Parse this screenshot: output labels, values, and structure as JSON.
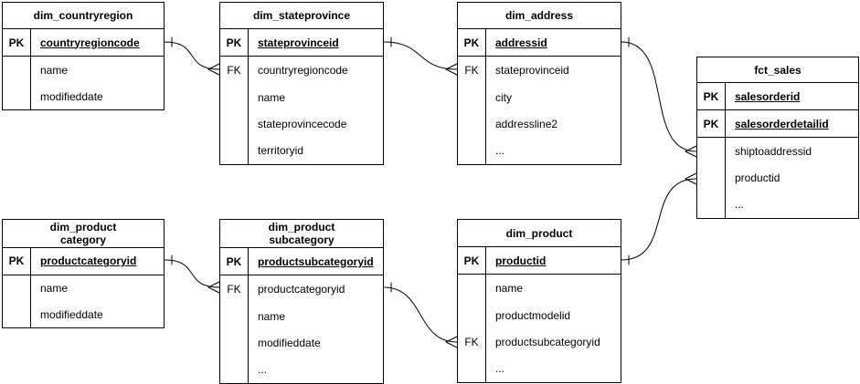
{
  "diagram": {
    "background_color": "#ffffff",
    "stroke_color": "#000000",
    "text_color": "#000000",
    "tables": [
      {
        "id": "dim_countryregion",
        "title_lines": [
          "dim_countryregion"
        ],
        "rows": [
          {
            "key": "PK",
            "name": "countryregioncode",
            "pk": true
          },
          {
            "key": "",
            "name": "name",
            "pk": false
          },
          {
            "key": "",
            "name": "modifieddate",
            "pk": false
          }
        ]
      },
      {
        "id": "dim_stateprovince",
        "title_lines": [
          "dim_stateprovince"
        ],
        "rows": [
          {
            "key": "PK",
            "name": "stateprovinceid",
            "pk": true
          },
          {
            "key": "FK",
            "name": "countryregioncode",
            "pk": false
          },
          {
            "key": "",
            "name": "name",
            "pk": false
          },
          {
            "key": "",
            "name": "stateprovincecode",
            "pk": false
          },
          {
            "key": "",
            "name": "territoryid",
            "pk": false
          }
        ]
      },
      {
        "id": "dim_address",
        "title_lines": [
          "dim_address"
        ],
        "rows": [
          {
            "key": "PK",
            "name": "addressid",
            "pk": true
          },
          {
            "key": "FK",
            "name": "stateprovinceid",
            "pk": false
          },
          {
            "key": "",
            "name": "city",
            "pk": false
          },
          {
            "key": "",
            "name": "addressline2",
            "pk": false
          },
          {
            "key": "",
            "name": "...",
            "pk": false
          }
        ]
      },
      {
        "id": "fct_sales",
        "title_lines": [
          "fct_sales"
        ],
        "rows": [
          {
            "key": "PK",
            "name": "salesorderid",
            "pk": true
          },
          {
            "key": "PK",
            "name": "salesorderdetailid",
            "pk": true
          },
          {
            "key": "",
            "name": "shiptoaddressid",
            "pk": false
          },
          {
            "key": "",
            "name": "productid",
            "pk": false
          },
          {
            "key": "",
            "name": "...",
            "pk": false
          }
        ]
      },
      {
        "id": "dim_product_category",
        "title_lines": [
          "dim_product",
          "category"
        ],
        "rows": [
          {
            "key": "PK",
            "name": "productcategoryid",
            "pk": true
          },
          {
            "key": "",
            "name": "name",
            "pk": false
          },
          {
            "key": "",
            "name": "modifieddate",
            "pk": false
          }
        ]
      },
      {
        "id": "dim_product_subcategory",
        "title_lines": [
          "dim_product",
          "subcategory"
        ],
        "rows": [
          {
            "key": "PK",
            "name": "productsubcategoryid",
            "pk": true
          },
          {
            "key": "FK",
            "name": "productcategoryid",
            "pk": false
          },
          {
            "key": "",
            "name": "name",
            "pk": false
          },
          {
            "key": "",
            "name": "modifieddate",
            "pk": false
          },
          {
            "key": "",
            "name": "...",
            "pk": false
          }
        ]
      },
      {
        "id": "dim_product",
        "title_lines": [
          "dim_product"
        ],
        "rows": [
          {
            "key": "PK",
            "name": "productid",
            "pk": true
          },
          {
            "key": "",
            "name": "name",
            "pk": false
          },
          {
            "key": "",
            "name": "productmodelid",
            "pk": false
          },
          {
            "key": "FK",
            "name": "productsubcategoryid",
            "pk": false
          },
          {
            "key": "",
            "name": "...",
            "pk": false
          }
        ]
      }
    ],
    "relationships": [
      {
        "from_table": "dim_countryregion",
        "from_field": "countryregioncode",
        "from_cardinality": "one",
        "to_table": "dim_stateprovince",
        "to_field": "countryregioncode",
        "to_cardinality": "many"
      },
      {
        "from_table": "dim_stateprovince",
        "from_field": "stateprovinceid",
        "from_cardinality": "one",
        "to_table": "dim_address",
        "to_field": "stateprovinceid",
        "to_cardinality": "many"
      },
      {
        "from_table": "dim_address",
        "from_field": "addressid",
        "from_cardinality": "one",
        "to_table": "fct_sales",
        "to_field": "shiptoaddressid",
        "to_cardinality": "many"
      },
      {
        "from_table": "dim_product",
        "from_field": "productid",
        "from_cardinality": "one",
        "to_table": "fct_sales",
        "to_field": "productid",
        "to_cardinality": "many"
      },
      {
        "from_table": "dim_product_category",
        "from_field": "productcategoryid",
        "from_cardinality": "one",
        "to_table": "dim_product_subcategory",
        "to_field": "productcategoryid",
        "to_cardinality": "many"
      },
      {
        "from_table": "dim_product_subcategory",
        "from_field": "productsubcategoryid",
        "from_cardinality": "one",
        "to_table": "dim_product",
        "to_field": "productsubcategoryid",
        "to_cardinality": "many"
      }
    ]
  }
}
